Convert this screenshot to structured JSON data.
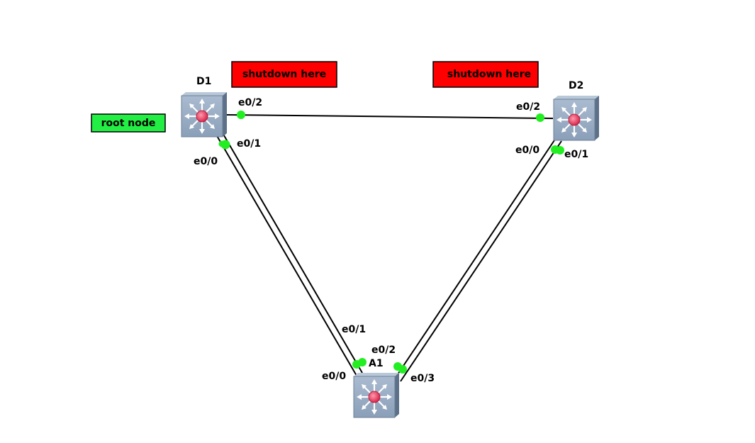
{
  "nodes": {
    "d1": {
      "label": "D1"
    },
    "d2": {
      "label": "D2"
    },
    "a1": {
      "label": "A1"
    }
  },
  "notes": {
    "root": {
      "text": "root node",
      "color": "#22ee44"
    },
    "shutdown_left": {
      "text": "shutdown here",
      "color": "#ff0000"
    },
    "shutdown_right": {
      "text": "shutdown here",
      "color": "#ff0000"
    }
  },
  "ports": {
    "d1_e02": "e0/2",
    "d1_e01": "e0/1",
    "d1_e00": "e0/0",
    "d2_e02": "e0/2",
    "d2_e00": "e0/0",
    "d2_e01": "e0/1",
    "a1_e01": "e0/1",
    "a1_e02": "e0/2",
    "a1_e00": "e0/0",
    "a1_e03": "e0/3"
  },
  "colors": {
    "link": "#000000",
    "port_dot": "#22ee22",
    "switch_body": "#7f95ad",
    "switch_center": "#ee4466"
  }
}
